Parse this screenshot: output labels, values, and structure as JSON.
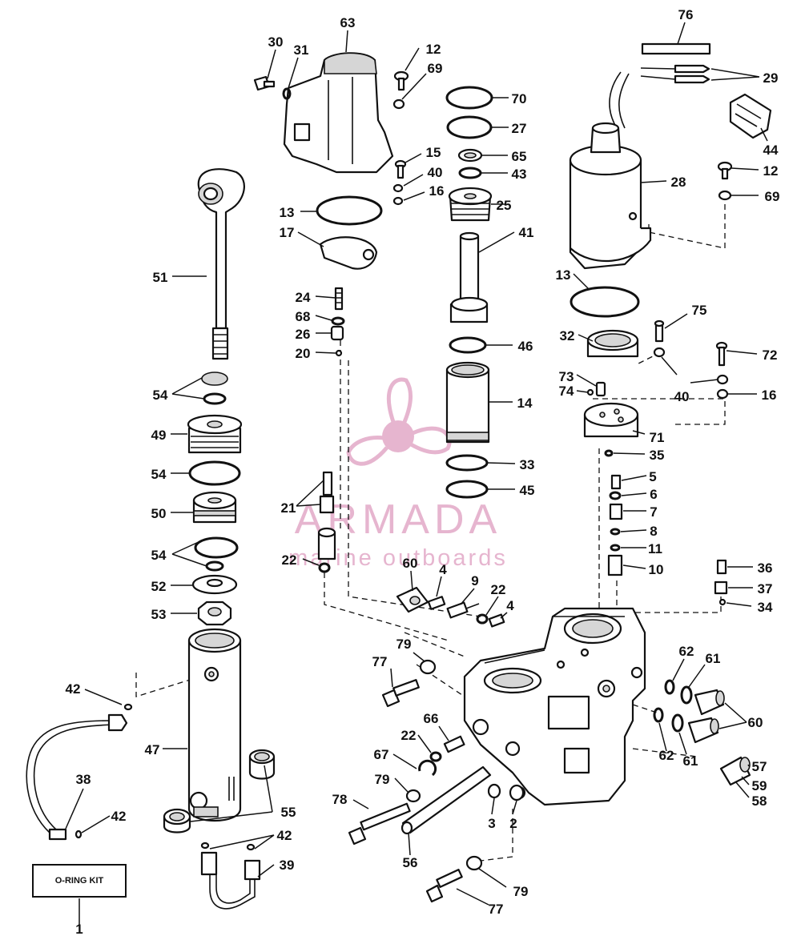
{
  "watermark": {
    "name": "ARMADA",
    "subtitle": "marine outboards",
    "color": "#e2a9c7"
  },
  "kit_box": {
    "label": "O-RING KIT"
  },
  "callouts": [
    {
      "n": "63"
    },
    {
      "n": "30"
    },
    {
      "n": "31"
    },
    {
      "n": "12"
    },
    {
      "n": "69"
    },
    {
      "n": "76"
    },
    {
      "n": "29"
    },
    {
      "n": "70"
    },
    {
      "n": "27"
    },
    {
      "n": "65"
    },
    {
      "n": "43"
    },
    {
      "n": "15"
    },
    {
      "n": "40"
    },
    {
      "n": "16"
    },
    {
      "n": "25"
    },
    {
      "n": "44"
    },
    {
      "n": "28"
    },
    {
      "n": "12"
    },
    {
      "n": "69"
    },
    {
      "n": "13"
    },
    {
      "n": "17"
    },
    {
      "n": "41"
    },
    {
      "n": "51"
    },
    {
      "n": "24"
    },
    {
      "n": "68"
    },
    {
      "n": "26"
    },
    {
      "n": "20"
    },
    {
      "n": "13"
    },
    {
      "n": "75"
    },
    {
      "n": "32"
    },
    {
      "n": "46"
    },
    {
      "n": "72"
    },
    {
      "n": "73"
    },
    {
      "n": "74"
    },
    {
      "n": "40"
    },
    {
      "n": "16"
    },
    {
      "n": "54"
    },
    {
      "n": "14"
    },
    {
      "n": "49"
    },
    {
      "n": "71"
    },
    {
      "n": "35"
    },
    {
      "n": "33"
    },
    {
      "n": "5"
    },
    {
      "n": "54"
    },
    {
      "n": "45"
    },
    {
      "n": "6"
    },
    {
      "n": "50"
    },
    {
      "n": "21"
    },
    {
      "n": "7"
    },
    {
      "n": "8"
    },
    {
      "n": "54"
    },
    {
      "n": "11"
    },
    {
      "n": "22"
    },
    {
      "n": "60"
    },
    {
      "n": "4"
    },
    {
      "n": "10"
    },
    {
      "n": "36"
    },
    {
      "n": "52"
    },
    {
      "n": "9"
    },
    {
      "n": "22"
    },
    {
      "n": "37"
    },
    {
      "n": "4"
    },
    {
      "n": "53"
    },
    {
      "n": "34"
    },
    {
      "n": "79"
    },
    {
      "n": "62"
    },
    {
      "n": "61"
    },
    {
      "n": "77"
    },
    {
      "n": "42"
    },
    {
      "n": "66"
    },
    {
      "n": "60"
    },
    {
      "n": "22"
    },
    {
      "n": "47"
    },
    {
      "n": "62"
    },
    {
      "n": "61"
    },
    {
      "n": "67"
    },
    {
      "n": "57"
    },
    {
      "n": "79"
    },
    {
      "n": "59"
    },
    {
      "n": "38"
    },
    {
      "n": "58"
    },
    {
      "n": "78"
    },
    {
      "n": "3"
    },
    {
      "n": "2"
    },
    {
      "n": "42"
    },
    {
      "n": "55"
    },
    {
      "n": "42"
    },
    {
      "n": "56"
    },
    {
      "n": "39"
    },
    {
      "n": "79"
    },
    {
      "n": "77"
    },
    {
      "n": "1"
    }
  ]
}
